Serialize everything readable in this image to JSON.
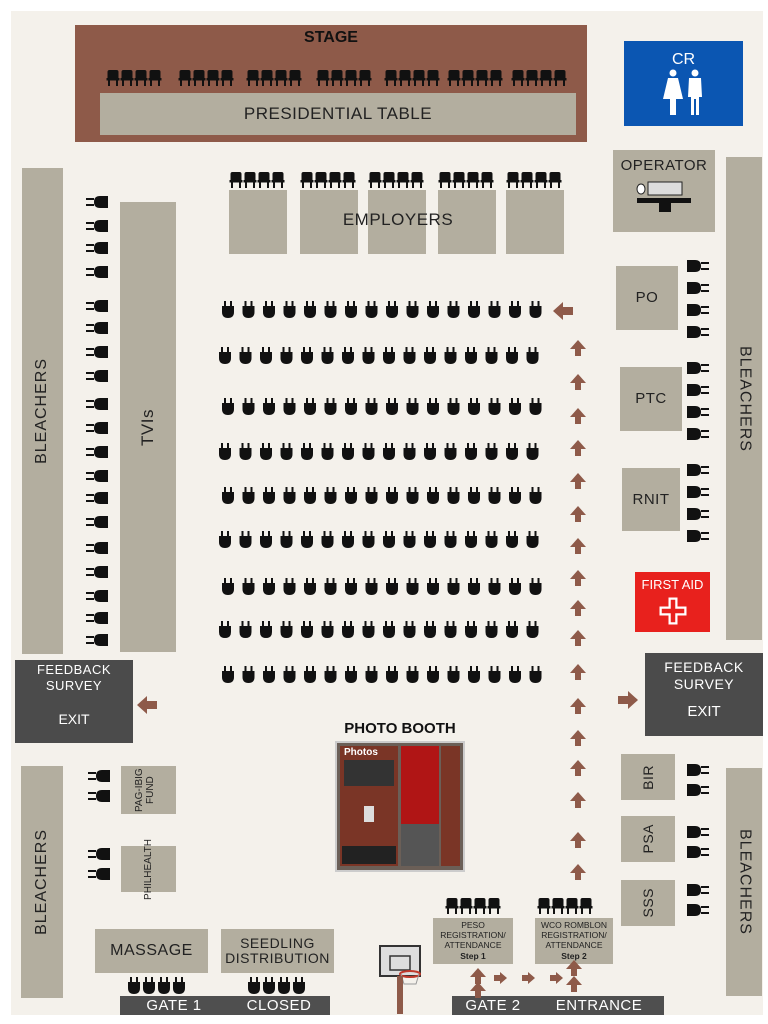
{
  "stage": {
    "title": "STAGE",
    "table_label": "PRESIDENTIAL TABLE"
  },
  "cr": {
    "label": "CR"
  },
  "employers": {
    "label": "EMPLOYERS"
  },
  "operator": {
    "label": "OPERATOR"
  },
  "agencies_right": [
    {
      "label": "PO"
    },
    {
      "label": "PTC"
    },
    {
      "label": "RNIT"
    }
  ],
  "first_aid": {
    "label": "FIRST AID"
  },
  "bleachers": {
    "label": "BLEACHERS"
  },
  "tvis": {
    "label": "TVIs"
  },
  "feedback_left": {
    "title": "FEEDBACK\nSURVEY",
    "exit": "EXIT"
  },
  "feedback_right": {
    "title": "FEEDBACK\nSURVEY",
    "exit": "EXIT"
  },
  "photo_booth": {
    "title": "PHOTO BOOTH",
    "sign": "Photos"
  },
  "left_booths": [
    {
      "label": "PAG-IBIG FUND"
    },
    {
      "label": "PHILHEALTH"
    }
  ],
  "right_booths": [
    {
      "label": "BIR"
    },
    {
      "label": "PSA"
    },
    {
      "label": "SSS"
    }
  ],
  "bottom_booths": {
    "massage": "MASSAGE",
    "seedling": "SEEDLING\nDISTRIBUTION"
  },
  "registration": [
    {
      "label": "PESO\nREGISTRATION/\nATTENDANCE",
      "step": "Step 1"
    },
    {
      "label": "WCO ROMBLON\nREGISTRATION/\nATTENDANCE",
      "step": "Step 2"
    }
  ],
  "gates": {
    "gate1": "GATE 1",
    "closed": "CLOSED",
    "gate2": "GATE 2",
    "entrance": "ENTRANCE"
  },
  "colors": {
    "floor": "#f4f1eb",
    "booth": "#b3ae9f",
    "stage": "#8e5a49",
    "cr": "#0b56b2",
    "first_aid": "#e8211d",
    "arrow": "#8e5a49",
    "dark": "#4b4b4b"
  }
}
